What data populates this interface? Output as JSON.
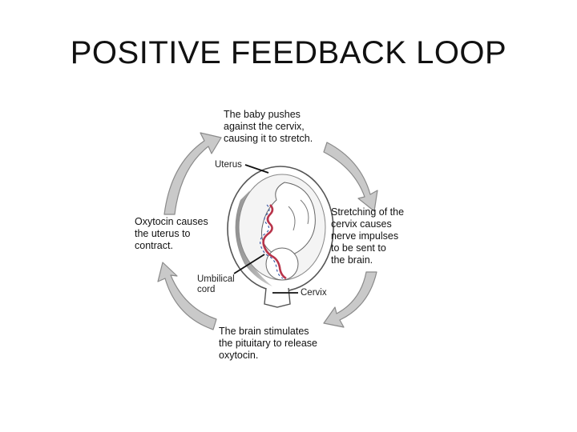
{
  "slide": {
    "title": "POSITIVE FEEDBACK LOOP"
  },
  "diagram": {
    "steps": {
      "top": "The baby pushes\nagainst the cervix,\ncausing it to stretch.",
      "right": "Stretching of the\ncervix causes\nnerve impulses\nto be sent to\nthe brain.",
      "bottom": "The brain stimulates\nthe pituitary to release\noxytocin.",
      "left": "Oxytocin causes\nthe uterus to\ncontract."
    },
    "labels": {
      "uterus": "Uterus",
      "umbilical_cord": "Umbilical\ncord",
      "cervix": "Cervix"
    },
    "colors": {
      "arrow_fill": "#c9c9c9",
      "arrow_stroke": "#8a8a8a",
      "uterus_wall": "#9a9a9a",
      "cord_red": "#b8344a",
      "cord_blue": "#3e5ea8"
    }
  }
}
